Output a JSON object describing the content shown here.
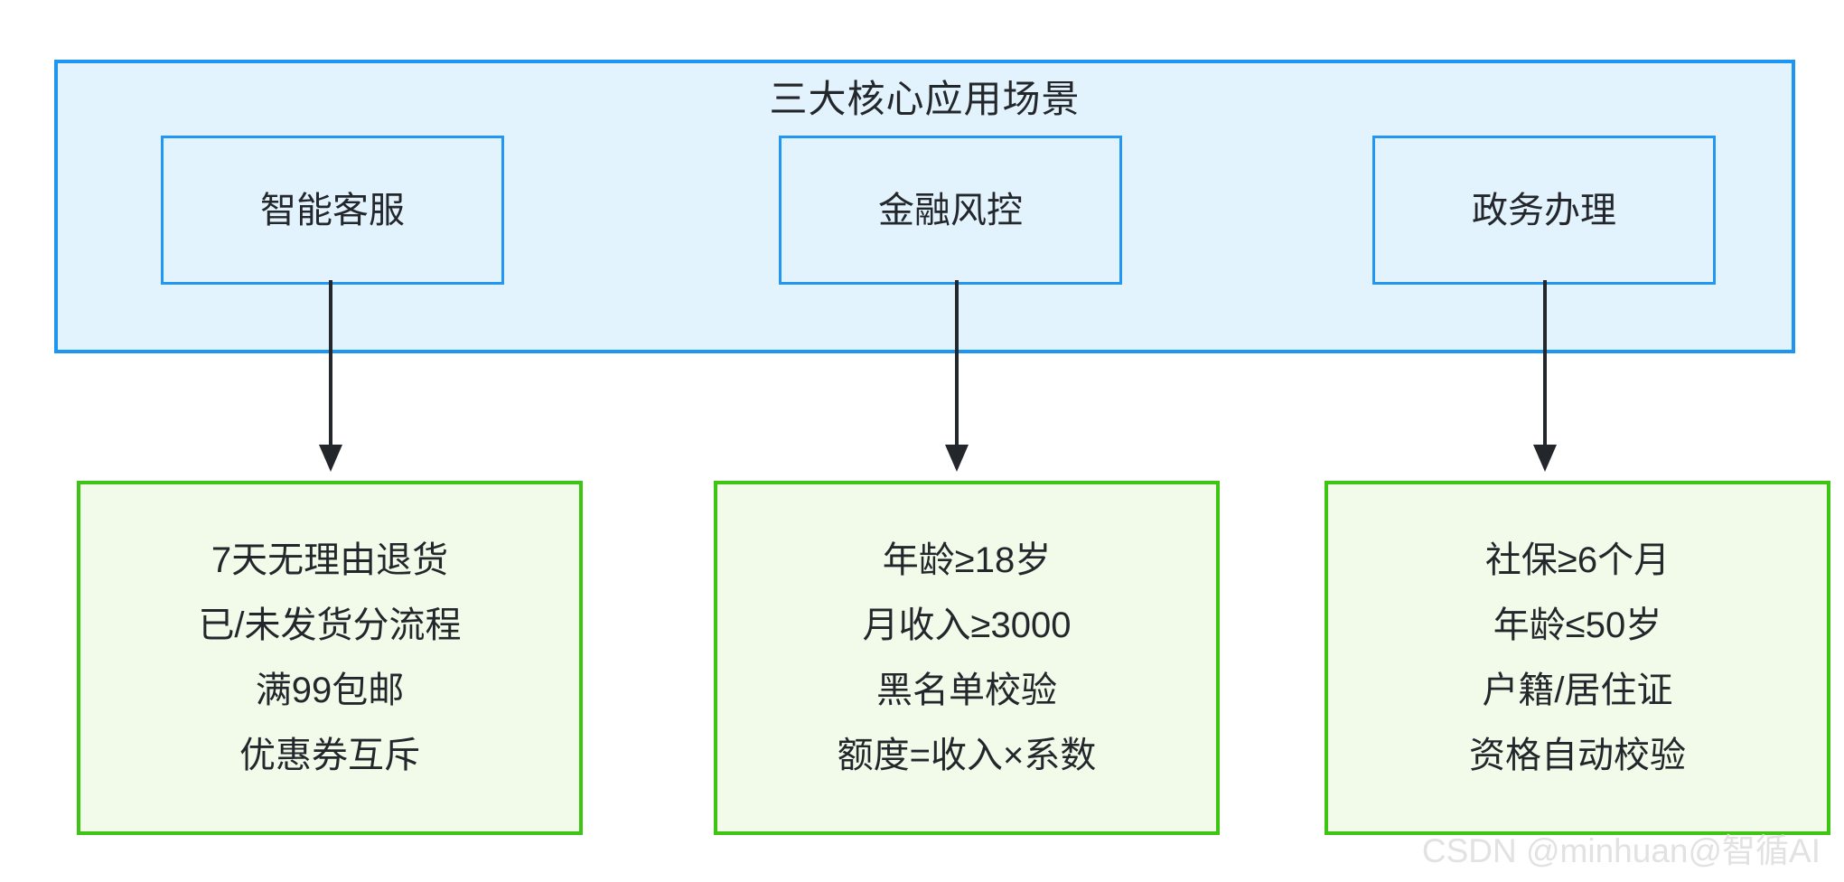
{
  "colors": {
    "container_border": "#1e95f0",
    "container_fill": "#e3f3fd",
    "scenario_box_border": "#2196f3",
    "scenario_box_fill": "#e3f3fd",
    "rule_box_border": "#3ec413",
    "rule_box_fill": "#f2fbea",
    "arrow": "#23272b",
    "text": "#23272b",
    "watermark": "#e2e2e2",
    "page_background": "#ffffff"
  },
  "container": {
    "title": "三大核心应用场景"
  },
  "scenarios": [
    {
      "label": "智能客服"
    },
    {
      "label": "金融风控"
    },
    {
      "label": "政务办理"
    }
  ],
  "rules": [
    {
      "lines": [
        "7天无理由退货",
        "已/未发货分流程",
        "满99包邮",
        "优惠券互斥"
      ]
    },
    {
      "lines": [
        "年龄≥18岁",
        "月收入≥3000",
        "黑名单校验",
        "额度=收入×系数"
      ]
    },
    {
      "lines": [
        "社保≥6个月",
        "年龄≤50岁",
        "户籍/居住证",
        "资格自动校验"
      ]
    }
  ],
  "watermark": {
    "text": "CSDN @minhuan@智循AI"
  }
}
